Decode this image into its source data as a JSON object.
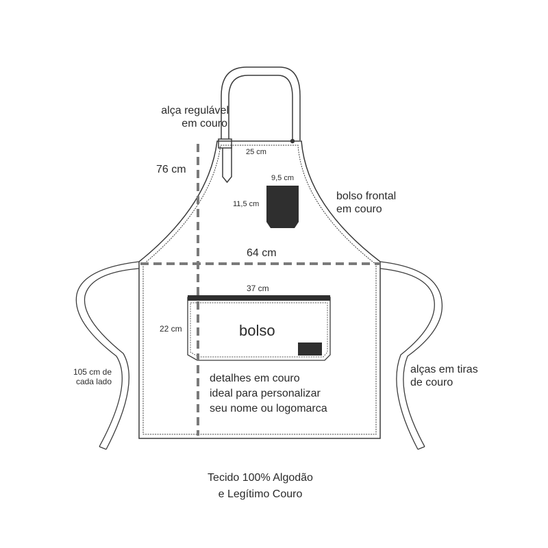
{
  "labels": {
    "adjustable_strap": [
      "alça regulável",
      "em couro"
    ],
    "height": "76 cm",
    "neck_width": "25 cm",
    "front_pocket_width": "9,5 cm",
    "front_pocket_height": "11,5 cm",
    "front_pocket": [
      "bolso frontal",
      "em couro"
    ],
    "total_width": "64 cm",
    "pocket_width": "37 cm",
    "pocket_height": "22 cm",
    "pocket": "bolso",
    "ties_length": [
      "105 cm de",
      "cada lado"
    ],
    "leather_ties": [
      "alças em tiras",
      "de couro"
    ],
    "leather_details": [
      "detalhes em couro",
      "ideal para personalizar",
      "seu nome ou logomarca"
    ],
    "material": [
      "Tecido 100% Algodão",
      "e Legítimo Couro"
    ]
  },
  "colors": {
    "outline": "#3a3a3a",
    "leather": "#2f2f2f",
    "dashed_guide": "#7a7a7a",
    "text": "#2a2a2a"
  }
}
